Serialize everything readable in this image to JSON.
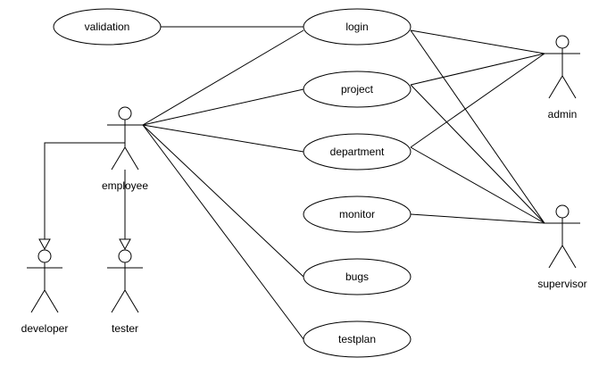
{
  "diagram": {
    "type": "use-case",
    "colors": {
      "stroke": "#000000",
      "fill": "#ffffff",
      "text": "#000000"
    },
    "use_cases": [
      {
        "id": "validation",
        "label": "validation"
      },
      {
        "id": "login",
        "label": "login"
      },
      {
        "id": "project",
        "label": "project"
      },
      {
        "id": "department",
        "label": "department"
      },
      {
        "id": "monitor",
        "label": "monitor"
      },
      {
        "id": "bugs",
        "label": "bugs"
      },
      {
        "id": "testplan",
        "label": "testplan"
      }
    ],
    "actors": [
      {
        "id": "employee",
        "label": "employee"
      },
      {
        "id": "admin",
        "label": "admin"
      },
      {
        "id": "supervisor",
        "label": "supervisor"
      },
      {
        "id": "developer",
        "label": "developer"
      },
      {
        "id": "tester",
        "label": "tester"
      }
    ],
    "associations": [
      {
        "from": "validation",
        "to": "login"
      },
      {
        "from": "employee",
        "to": "login"
      },
      {
        "from": "employee",
        "to": "project"
      },
      {
        "from": "employee",
        "to": "department"
      },
      {
        "from": "employee",
        "to": "bugs"
      },
      {
        "from": "employee",
        "to": "testplan"
      },
      {
        "from": "login",
        "to": "admin"
      },
      {
        "from": "login",
        "to": "supervisor"
      },
      {
        "from": "project",
        "to": "admin"
      },
      {
        "from": "project",
        "to": "supervisor"
      },
      {
        "from": "department",
        "to": "admin"
      },
      {
        "from": "department",
        "to": "supervisor"
      },
      {
        "from": "monitor",
        "to": "supervisor"
      }
    ],
    "generalizations": [
      {
        "from": "developer",
        "to": "employee"
      },
      {
        "from": "tester",
        "to": "employee"
      }
    ]
  }
}
